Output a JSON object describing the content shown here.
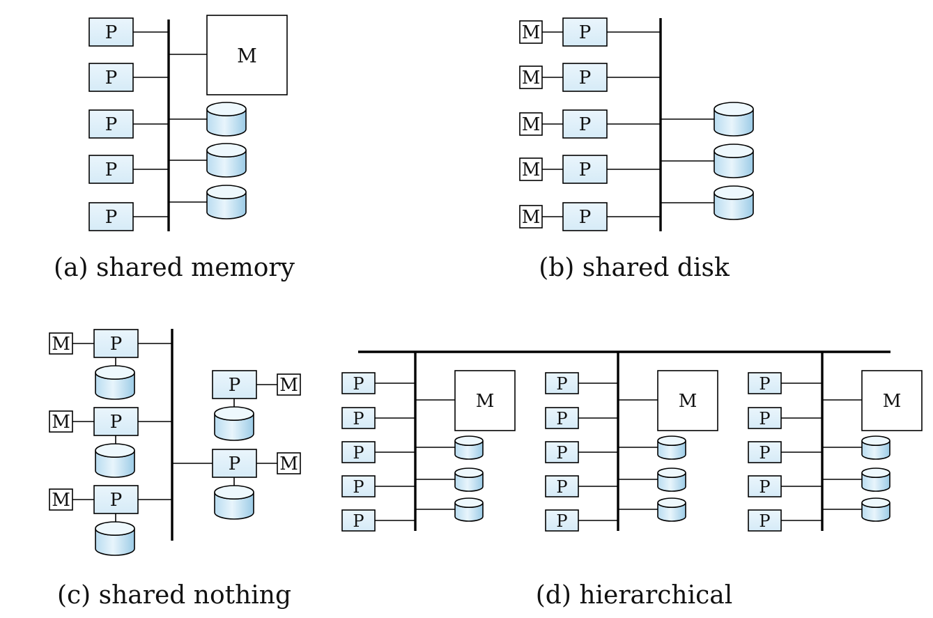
{
  "labels": {
    "processor": "P",
    "memory": "M"
  },
  "captions": {
    "a": "(a) shared memory",
    "b": "(b) shared disk",
    "c": "(c) shared nothing",
    "d": "(d) hierarchical"
  },
  "colors": {
    "processor_fill": "#e6f3fb",
    "disk_fill": "#d4eaf7",
    "line": "#000000",
    "memory_fill": "#ffffff"
  }
}
